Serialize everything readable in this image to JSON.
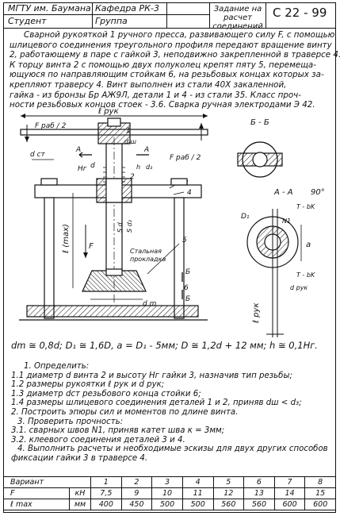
{
  "header": {
    "institute": "МГТУ им. Баумана",
    "department": "Кафедра РК-3",
    "assignment": "Задание на расчет соединений",
    "code": "С 22 - 99",
    "student": "Студент",
    "group": "Группа"
  },
  "description": [
    "Сварной рукояткой 1 ручного пресса, развивающего силу F, с помощью",
    "шлицевого соединения треугольного профиля передают вращение винту",
    "2, работающему в паре с гайкой 3, неподвижно закрепленной в траверсе 4.",
    "К торцу винта 2 с помощью двух полуколец крепят пяту 5, перемеща-",
    "ющуюся по направляющим стойкам 6, на резьбовых концах которых за-",
    "крепляют траверсу 4. Винт выполнен из стали 40Х закаленной,",
    "гайка - из бронзы Бр АЖ9Л, детали 1 и 4 - из стали 35. Класс проч-",
    "ности резьбовых концов стоек - 3.6. Сварка ручная электродами Э 42."
  ],
  "drawing_labels": {
    "l_ruk": "ℓ рук",
    "f_half_left": "F раб / 2",
    "f_half_right": "F раб / 2",
    "d_st": "d ст",
    "h_g": "Hг",
    "d": "d",
    "d_w": "d ш",
    "a": "A",
    "h": "h",
    "d3": "d₃",
    "part1": "1",
    "part2": "2",
    "part3": "3",
    "part4": "4",
    "part5": "5",
    "part6": "6",
    "l_max": "ℓ (max)",
    "f": "F",
    "s_d": "S d",
    "s_d2": "S d₂",
    "stalnaya": "Стальная",
    "prokladka": "прокладка",
    "d_m": "d m",
    "b": "Б",
    "section_bb": "Б - Б",
    "section_aa": "А - А",
    "rot": "90°",
    "d1": "D₁",
    "n1": "N1",
    "t_vk1": "T - bK",
    "t_vk2": "T - bK",
    "a_dim": "a",
    "d_ruk": "d рук",
    "l_ruk2": "ℓ рук"
  },
  "formula": "dm ≅ 0,8d;  D₁ ≅ 1,6D,  a = D₁ - 5мм;  D ≅ 1,2d + 12 мм;  h ≅ 0,1Hг.",
  "tasks": [
    "1. Определить:",
    "1.1 диаметр d винта 2 и высоту Hг гайки 3, назначив тип резьбы;",
    "1.2 размеры рукоятки ℓ рук и d рук;",
    "1.3 диаметр dст резьбового конца стойки 6;",
    "1.4 размеры шлицевого соединения деталей 1 и 2, приняв dш < d₃;",
    "2. Построить эпюры сил и моментов по длине винта.",
    "3. Проверить прочность:",
    "3.1. сварных швов N1, приняв катет шва к = 3мм;",
    "3.2. клеевого соединения деталей 3 и 4.",
    "4. Выполнить расчеты и необходимые эскизы для двух других способов",
    "фиксации гайки 3 в траверсе 4."
  ],
  "variants": {
    "header": "Вариант",
    "numbers": [
      "1",
      "2",
      "3",
      "4",
      "5",
      "6",
      "7",
      "8"
    ],
    "rows": [
      {
        "label": "F",
        "unit": "кН",
        "values": [
          "7,5",
          "9",
          "10",
          "11",
          "12",
          "13",
          "14",
          "15"
        ]
      },
      {
        "label": "ℓ max",
        "unit": "мм",
        "values": [
          "400",
          "450",
          "500",
          "500",
          "560",
          "560",
          "600",
          "600"
        ]
      }
    ]
  }
}
